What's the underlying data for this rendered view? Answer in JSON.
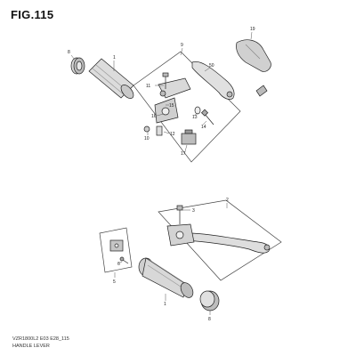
{
  "figure": {
    "title": "FIG.115",
    "model_code": "VZR1800L2 E03 E28_115",
    "name": "HANDLE LEVER"
  },
  "callouts": {
    "c1_top": "1",
    "c2": "2",
    "c3": "3",
    "c5": "5",
    "c6": "6",
    "c1_bottom": "1",
    "c8_bottom": "8",
    "c8_top": "8",
    "c9": "9",
    "c10": "10",
    "c11": "11",
    "c12": "12",
    "c13": "13",
    "c14": "14",
    "c15": "15",
    "c16": "16",
    "c17": "17",
    "c19": "19",
    "c50": "50"
  }
}
